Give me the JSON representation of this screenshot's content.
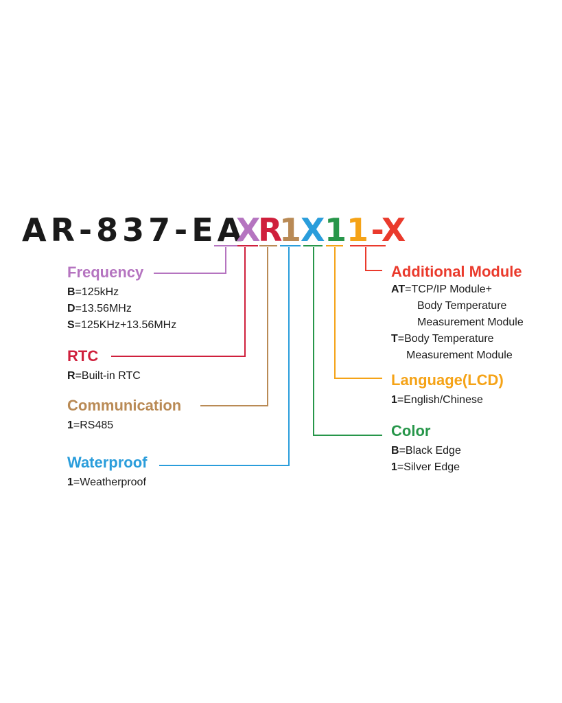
{
  "colors": {
    "frequency": "#b574c0",
    "rtc": "#cf1f3c",
    "communication": "#b98a55",
    "waterproof": "#2a9ddb",
    "color": "#27964a",
    "language": "#f5a317",
    "additional": "#ea3a2c",
    "text": "#1a1a1a"
  },
  "model": {
    "prefix": "AR-837-EA",
    "chars": [
      "X",
      "R",
      "1",
      "X",
      "1",
      "1",
      "-X"
    ]
  },
  "frequency": {
    "title": "Frequency",
    "options": [
      {
        "code": "B",
        "desc": "=125kHz"
      },
      {
        "code": "D",
        "desc": "=13.56MHz"
      },
      {
        "code": "S",
        "desc": "=125KHz+13.56MHz"
      }
    ]
  },
  "rtc": {
    "title": "RTC",
    "options": [
      {
        "code": "R",
        "desc": "=Built-in RTC"
      }
    ]
  },
  "communication": {
    "title": "Communication",
    "options": [
      {
        "code": "1",
        "desc": "=RS485"
      }
    ]
  },
  "waterproof": {
    "title": "Waterproof",
    "options": [
      {
        "code": "1",
        "desc": "=Weatherproof"
      }
    ]
  },
  "additional": {
    "title": "Additional Module",
    "options": [
      {
        "code": "AT",
        "desc": "=TCP/IP Module+"
      },
      {
        "code": "",
        "desc": "Body Temperature"
      },
      {
        "code": "",
        "desc": "Measurement Module"
      },
      {
        "code": "T",
        "desc": "=Body Temperature"
      },
      {
        "code": "",
        "desc": "Measurement Module"
      }
    ]
  },
  "language": {
    "title": "Language(LCD)",
    "options": [
      {
        "code": "1",
        "desc": "=English/Chinese"
      }
    ]
  },
  "color": {
    "title": "Color",
    "options": [
      {
        "code": "B",
        "desc": "=Black Edge"
      },
      {
        "code": "1",
        "desc": "=Silver Edge"
      }
    ]
  }
}
